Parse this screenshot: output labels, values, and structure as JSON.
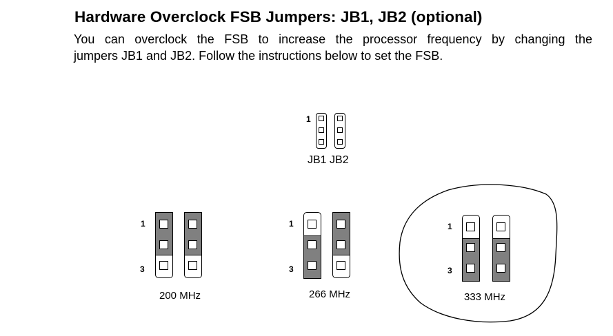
{
  "heading": "Hardware Overclock FSB Jumpers: JB1, JB2  (optional)",
  "paragraph": {
    "line1": "You can overclock the FSB to increase the processor frequency by changing the",
    "line2": "jumpers JB1 and JB2. Follow the instructions below to set the FSB."
  },
  "legend": {
    "pin_number": "1",
    "label": "JB1 JB2"
  },
  "settings": [
    {
      "pin_top": "1",
      "pin_bottom": "3",
      "frequency": "200 MHz",
      "jb1_cap": "pins 1-2",
      "jb2_cap": "pins 1-2"
    },
    {
      "pin_top": "1",
      "pin_bottom": "3",
      "frequency": "266 MHz",
      "jb1_cap": "pins 2-3",
      "jb2_cap": "pins 1-2"
    },
    {
      "pin_top": "1",
      "pin_bottom": "3",
      "frequency": "333 MHz",
      "jb1_cap": "pins 2-3",
      "jb2_cap": "pins 2-3",
      "circled": true
    }
  ],
  "colors": {
    "cap": "#808080",
    "ink": "#000000",
    "background": "#ffffff"
  }
}
